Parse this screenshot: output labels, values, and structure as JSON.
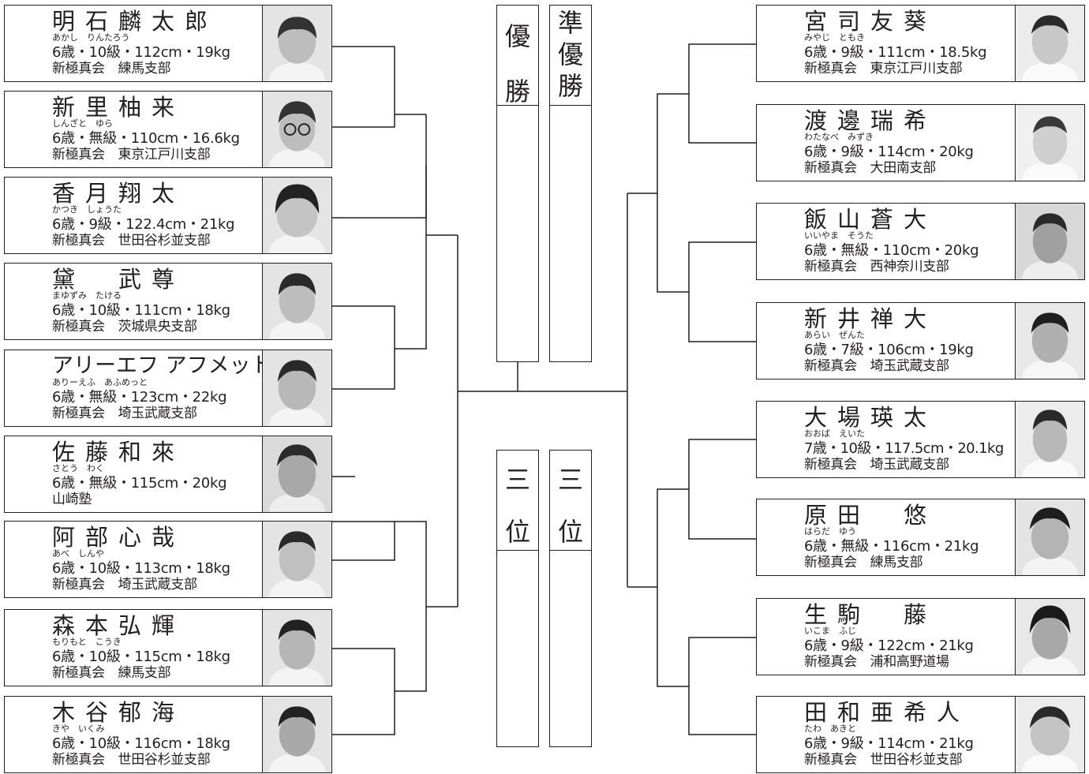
{
  "left": [
    {
      "name": "明石麟太郎",
      "kana": "あかし　りんたろう",
      "stats": "6歳・10級・112cm・19kg",
      "club": "新極真会　練馬支部"
    },
    {
      "name": "新里柚来",
      "kana": "しんざと　ゆら",
      "stats": "6歳・無級・110cm・16.6kg",
      "club": "新極真会　東京江戸川支部"
    },
    {
      "name": "香月翔太",
      "kana": "かつき　しょうた",
      "stats": "6歳・9級・122.4cm・21kg",
      "club": "新極真会　世田谷杉並支部"
    },
    {
      "name": "黛　武尊",
      "kana": "まゆずみ　たける",
      "stats": "6歳・10級・111cm・18kg",
      "club": "新極真会　茨城県央支部"
    },
    {
      "name": "アリーエフ アフメット",
      "kana": "ありーえふ　あふめっと",
      "stats": "6歳・無級・123cm・22kg",
      "club": "新極真会　埼玉武蔵支部"
    },
    {
      "name": "佐藤和來",
      "kana": "さとう　わく",
      "stats": "6歳・無級・115cm・20kg",
      "club": "山崎塾"
    },
    {
      "name": "阿部心哉",
      "kana": "あべ　しんや",
      "stats": "6歳・10級・113cm・18kg",
      "club": "新極真会　埼玉武蔵支部"
    },
    {
      "name": "森本弘輝",
      "kana": "もりもと　こうき",
      "stats": "6歳・10級・115cm・18kg",
      "club": "新極真会　練馬支部"
    },
    {
      "name": "木谷郁海",
      "kana": "きや　いくみ",
      "stats": "6歳・10級・116cm・18kg",
      "club": "新極真会　世田谷杉並支部"
    }
  ],
  "right": [
    {
      "name": "宮司友葵",
      "kana": "みやじ　ともき",
      "stats": "6歳・9級・111cm・18.5kg",
      "club": "新極真会　東京江戸川支部"
    },
    {
      "name": "渡邊瑞希",
      "kana": "わたなべ　みずき",
      "stats": "6歳・9級・114cm・20kg",
      "club": "新極真会　大田南支部"
    },
    {
      "name": "飯山蒼大",
      "kana": "いいやま　そうた",
      "stats": "6歳・無級・110cm・20kg",
      "club": "新極真会　西神奈川支部"
    },
    {
      "name": "新井禅大",
      "kana": "あらい　ぜんた",
      "stats": "6歳・7級・106cm・19kg",
      "club": "新極真会　埼玉武蔵支部"
    },
    {
      "name": "大場瑛太",
      "kana": "おおば　えいた",
      "stats": "7歳・10級・117.5cm・20.1kg",
      "club": "新極真会　埼玉武蔵支部"
    },
    {
      "name": "原田　悠",
      "kana": "はらだ　ゆう",
      "stats": "6歳・無級・116cm・21kg",
      "club": "新極真会　練馬支部"
    },
    {
      "name": "生駒　藤",
      "kana": "いこま　ふじ",
      "stats": "6歳・9級・122cm・21kg",
      "club": "新極真会　浦和高野道場"
    },
    {
      "name": "田和亜希人",
      "kana": "たわ　あきと",
      "stats": "6歳・9級・114cm・21kg",
      "club": "新極真会　世田谷杉並支部"
    }
  ],
  "ranks": {
    "champion": "優勝",
    "runner_up": "準優勝",
    "third_a": "三位",
    "third_b": "三位"
  }
}
